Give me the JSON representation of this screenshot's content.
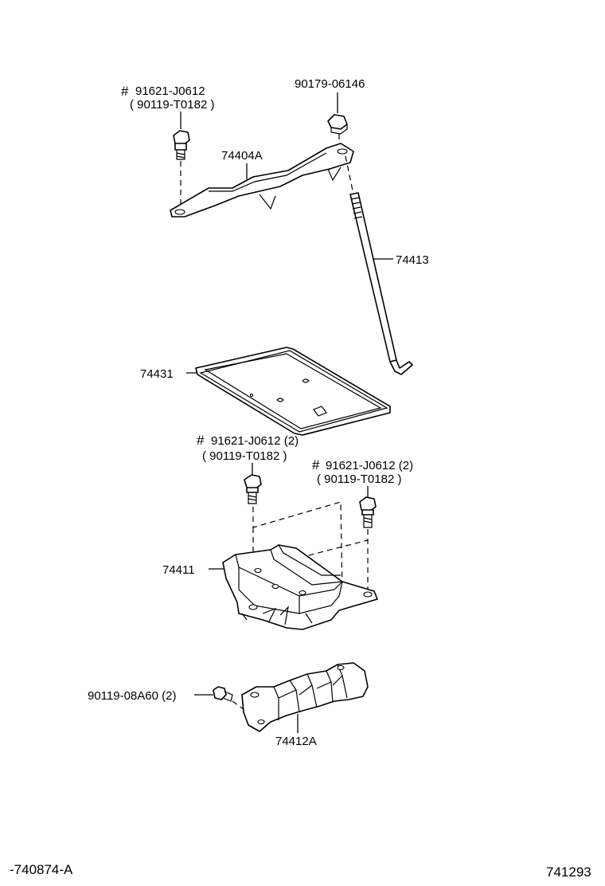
{
  "parts": {
    "bolt_top_left": {
      "marker": "#",
      "number": "91621-J0612",
      "alt": "( 90119-T0182 )"
    },
    "nut_top": {
      "number": "90179-06146"
    },
    "clamp": {
      "number": "74404A"
    },
    "rod": {
      "number": "74413"
    },
    "tray": {
      "number": "74431"
    },
    "bolt_mid_left": {
      "marker": "#",
      "number": "91621-J0612 (2)",
      "alt": "( 90119-T0182 )"
    },
    "bolt_mid_right": {
      "marker": "#",
      "number": "91621-J0612 (2)",
      "alt": "( 90119-T0182 )"
    },
    "carrier": {
      "number": "74411"
    },
    "bolt_bottom": {
      "number": "90119-08A60 (2)"
    },
    "bracket": {
      "number": "74412A"
    }
  },
  "footer": {
    "left_code": "-740874-A",
    "right_code": "741293"
  }
}
